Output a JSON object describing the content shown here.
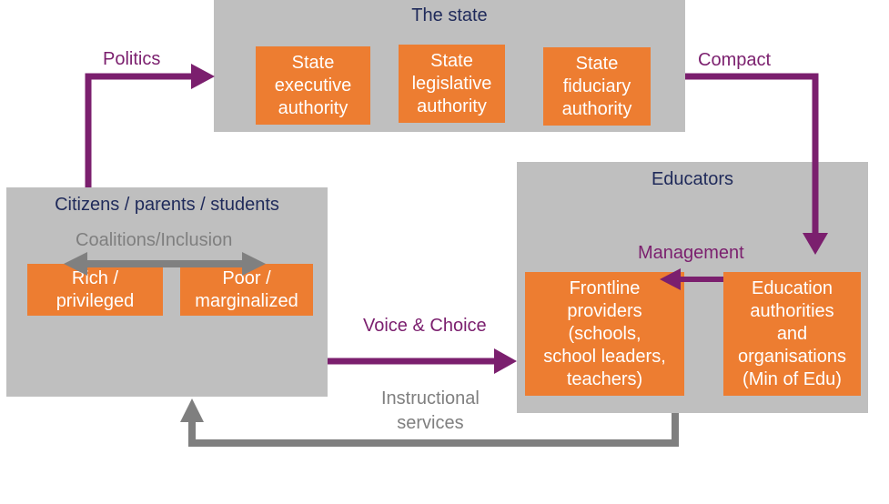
{
  "colors": {
    "panel": "#bfbfbf",
    "box": "#ed7d31",
    "purple_arrow": "#7b1f6e",
    "grey_arrow": "#7f7f7f",
    "title_text": "#1f2a5a"
  },
  "state": {
    "title": "The state",
    "boxes": [
      "State\nexecutive\nauthority",
      "State\nlegislative\nauthority",
      "State\nfiduciary\nauthority"
    ]
  },
  "citizens": {
    "title": "Citizens / parents / students",
    "coalitions_label": "Coalitions/Inclusion",
    "boxes": [
      "Rich /\nprivileged",
      "Poor /\nmarginalized"
    ]
  },
  "educators": {
    "title": "Educators",
    "boxes": [
      "Frontline\nproviders\n(schools,\nschool leaders,\nteachers)",
      "Education\nauthorities\nand\norganisations\n(Min of Edu)"
    ]
  },
  "flows": {
    "politics": "Politics",
    "compact": "Compact",
    "management": "Management",
    "voice_choice": "Voice & Choice",
    "instructional_services": "Instructional\nservices"
  }
}
